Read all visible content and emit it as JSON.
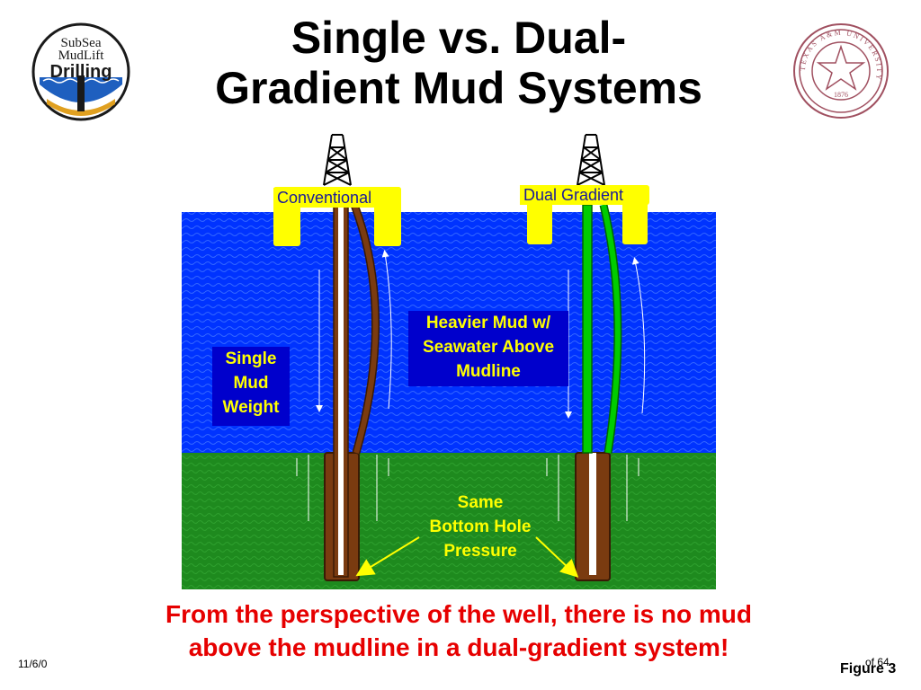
{
  "slide": {
    "title_line1": "Single vs. Dual-",
    "title_line2": "Gradient Mud Systems",
    "message_line1": "From the perspective of the well, there is no mud",
    "message_line2": "above the mudline in a dual-gradient system!",
    "footer_date": "11/6/0",
    "footer_page": "of 64",
    "figure_label": "Figure 3"
  },
  "logo_left": {
    "line1": "SubSea",
    "line2": "MudLift",
    "line3": "Drilling"
  },
  "logo_right": {
    "ring_text": "TEXAS A&M UNIVERSITY",
    "year": "1876"
  },
  "diagram": {
    "conventional_label": "Conventional",
    "dual_label": "Dual Gradient",
    "single_line1": "Single",
    "single_line2": "Mud",
    "single_line3": "Weight",
    "heavier_line1": "Heavier Mud w/",
    "heavier_line2": "Seawater Above",
    "heavier_line3": "Mudline",
    "same_line1": "Same",
    "same_line2": "Bottom Hole",
    "same_line3": "Pressure"
  },
  "colors": {
    "sea": "#0033ff",
    "seabed": "#1e8a1e",
    "mud_brown": "#7a3b10",
    "return_green": "#00cc00",
    "yellow": "#ffff00",
    "message_red": "#e60000"
  }
}
